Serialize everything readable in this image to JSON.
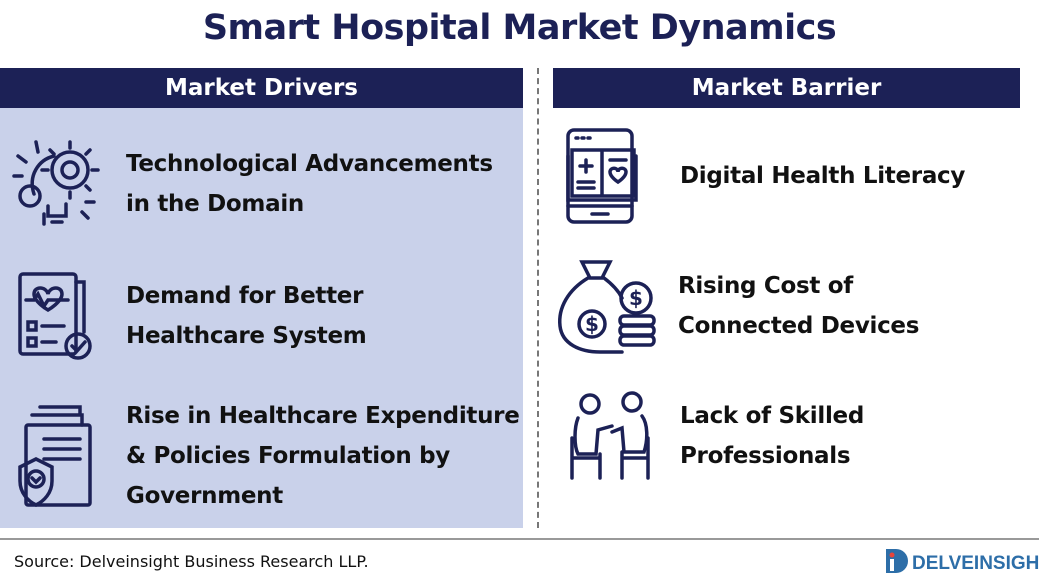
{
  "title": "Smart Hospital Market Dynamics",
  "drivers": {
    "header": "Market Drivers",
    "items": [
      {
        "icon": "lightbulb-gears-icon",
        "line1": "Technological Advancements",
        "line2": "in the Domain"
      },
      {
        "icon": "health-report-icon",
        "line1": "Demand for Better",
        "line2": "Healthcare System"
      },
      {
        "icon": "policy-documents-shield-icon",
        "line1": "Rise in Healthcare Expenditure",
        "line2": "& Policies Formulation by",
        "line3": "Government"
      }
    ]
  },
  "barriers": {
    "header": "Market Barrier",
    "items": [
      {
        "icon": "digital-health-book-icon",
        "line1": "Digital Health Literacy"
      },
      {
        "icon": "money-bag-coins-icon",
        "line1": "Rising Cost of",
        "line2": "Connected Devices"
      },
      {
        "icon": "doctor-patient-icon",
        "line1": "Lack of Skilled",
        "line2": "Professionals"
      }
    ]
  },
  "source": "Source: Delveinsight Business Research LLP.",
  "logo": "DELVEINSIGHT",
  "colors": {
    "navy": "#1c2156",
    "panel": "#c9d1ea",
    "logo": "#2d6ea8"
  }
}
